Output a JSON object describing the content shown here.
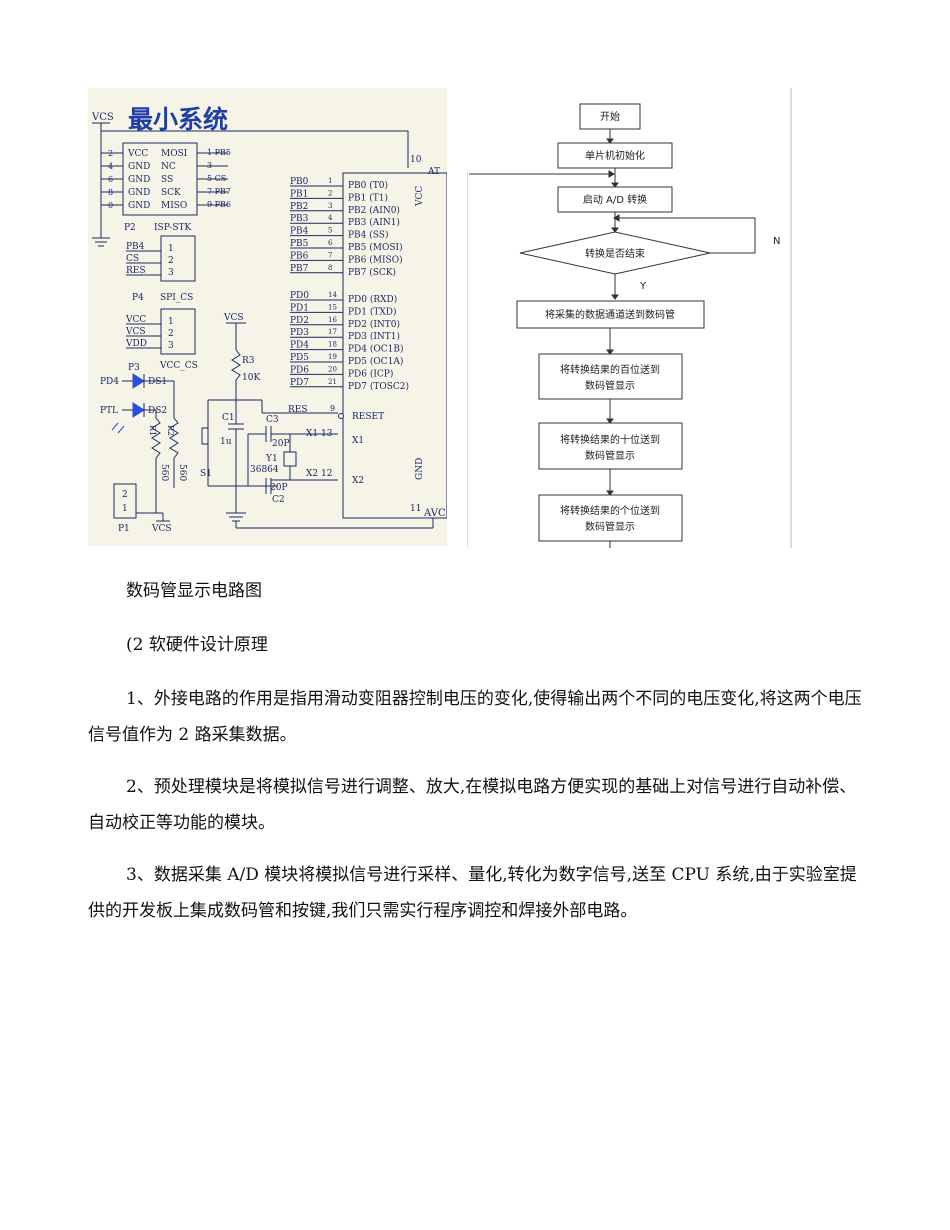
{
  "schematic": {
    "title": "最小系统",
    "vcs_label": "VCS",
    "isp": {
      "pins_left": [
        "2",
        "4",
        "6",
        "8",
        "0"
      ],
      "signals_left": [
        "VCC",
        "GND",
        "GND",
        "GND",
        "GND"
      ],
      "signals_right": [
        "MOSI",
        "NC",
        "SS",
        "SCK",
        "MISO"
      ],
      "pins_right": [
        "1 PB5",
        "3",
        "5 CS",
        "7 PB7",
        "9 PB6"
      ],
      "ref": "P2",
      "name": "ISP-STK"
    },
    "spi": {
      "nets": [
        "PB4",
        "CS",
        "RES"
      ],
      "pins": [
        "1",
        "2",
        "3"
      ],
      "ref": "P4",
      "name": "SPI_CS"
    },
    "vcc_cs": {
      "nets": [
        "VCC",
        "VCS",
        "VDD"
      ],
      "pins": [
        "1",
        "2",
        "3"
      ],
      "name": "VCC_CS"
    },
    "leds": {
      "p3": "P3",
      "pd4": "PD4",
      "ds1": "DS1",
      "ptl": "PTL",
      "ds2": "DS2",
      "r_a": "560",
      "r_b": "560",
      "r1": "R1",
      "r2": "R2"
    },
    "p1": {
      "pins": [
        "2",
        "1"
      ],
      "ref": "P1",
      "vcs": "VCS"
    },
    "mcu": {
      "pin10": "10",
      "vcc": "VCC",
      "gnd": "GND",
      "pin11": "11",
      "avc": "AVC",
      "at": "AT",
      "portb_nets": [
        "PB0",
        "PB1",
        "PB2",
        "PB3",
        "PB4",
        "PB5",
        "PB6",
        "PB7"
      ],
      "portb_nums": [
        "1",
        "2",
        "3",
        "4",
        "5",
        "6",
        "7",
        "8"
      ],
      "portb_pins": [
        "PB0 (T0)",
        "PB1 (T1)",
        "PB2 (AIN0)",
        "PB3 (AIN1)",
        "PB4 (SS)",
        "PB5 (MOSI)",
        "PB6 (MISO)",
        "PB7 (SCK)"
      ],
      "portd_nets": [
        "PD0",
        "PD1",
        "PD2",
        "PD3",
        "PD4",
        "PD5",
        "PD6",
        "PD7"
      ],
      "portd_nums": [
        "14",
        "15",
        "16",
        "17",
        "18",
        "19",
        "20",
        "21"
      ],
      "portd_pins": [
        "PD0 (RXD)",
        "PD1 (TXD)",
        "PD2 (INT0)",
        "PD3 (INT1)",
        "PD4 (OC1B)",
        "PD5 (OC1A)",
        "PD6 (ICP)",
        "PD7 (TOSC2)"
      ],
      "reset_net": "RES",
      "reset_num": "9",
      "reset_pin": "RESET",
      "x1_num": "X1 13",
      "x1_pin": "X1",
      "x2_num": "X2 12",
      "x2_pin": "X2"
    },
    "reset_circuit": {
      "vcs": "VCS",
      "r3": "R3",
      "r3_val": "10K",
      "c1": "C1",
      "c1_val": "1u",
      "s1": "S1"
    },
    "crystal": {
      "c3": "C3",
      "c3_val": "20P",
      "y1": "Y1",
      "y1_val": "36864",
      "c2": "C2",
      "c2_val": "20P"
    }
  },
  "flowchart": {
    "start": "开始",
    "init": "单片机初始化",
    "start_ad": "启动 A/D 转换",
    "decision": "转换是否结束",
    "no": "N",
    "yes": "Y",
    "send": "将采集的数据通道送到数码管",
    "hundreds_1": "将转换结果的百位送到",
    "hundreds_2": "数码管显示",
    "tens_1": "将转换结果的十位送到",
    "tens_2": "数码管显示",
    "ones_1": "将转换结果的个位送到",
    "ones_2": "数码管显示"
  },
  "text": {
    "caption": "数码管显示电路图",
    "heading": "(2 软硬件设计原理",
    "p1": "1、外接电路的作用是指用滑动变阻器控制电压的变化,使得输出两个不同的电压变化,将这两个电压信号值作为 2 路采集数据。",
    "p2": "2、预处理模块是将模拟信号进行调整、放大,在模拟电路方便实现的基础上对信号进行自动补偿、自动校正等功能的模块。",
    "p3": "3、数据采集 A/D 模块将模拟信号进行采样、量化,转化为数字信号,送至 CPU 系统,由于实验室提供的开发板上集成数码管和按键,我们只需实行程序调控和焊接外部电路。"
  }
}
